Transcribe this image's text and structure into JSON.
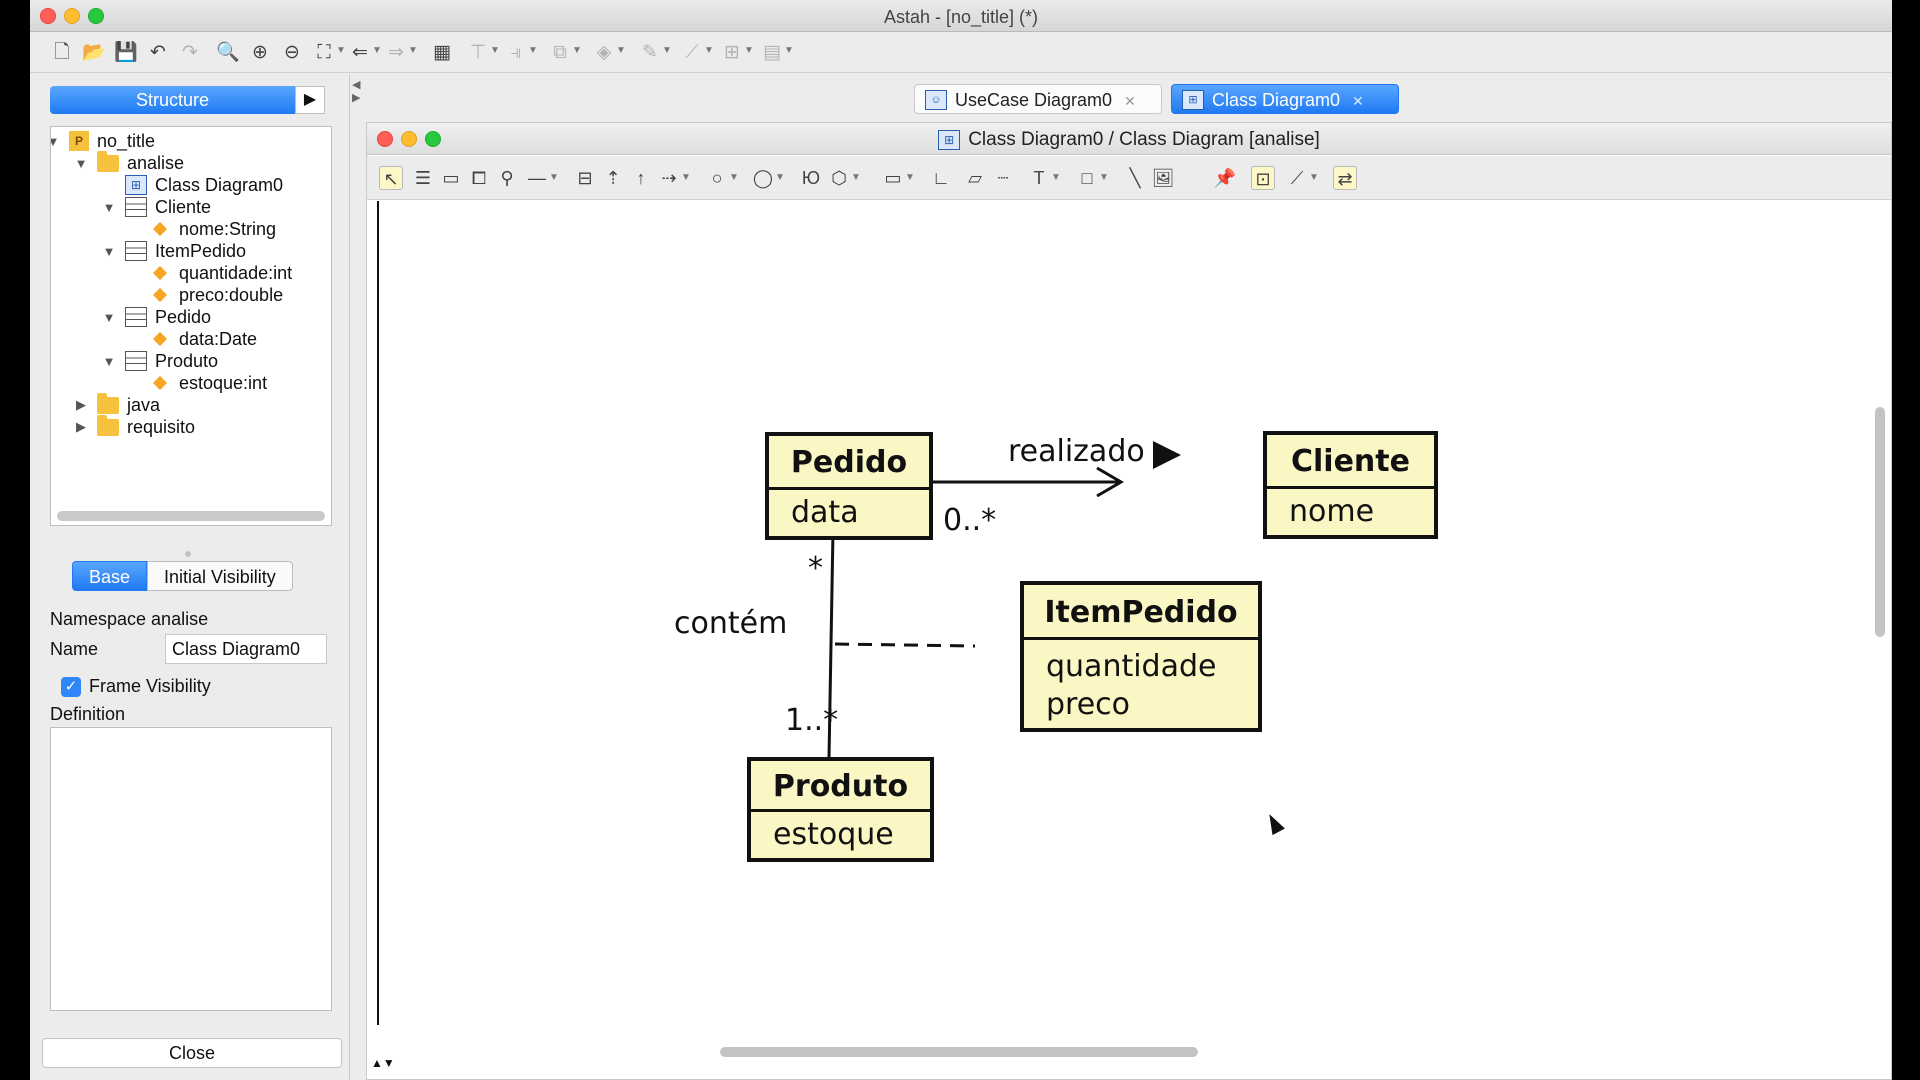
{
  "window": {
    "title": "Astah - [no_title] (*)"
  },
  "left": {
    "structure_label": "Structure",
    "tree": [
      {
        "label": "no_title",
        "level": 0,
        "icon": "project-icon",
        "expanded": true
      },
      {
        "label": "analise",
        "level": 1,
        "icon": "folder-icon",
        "expanded": true
      },
      {
        "label": "Class Diagram0",
        "level": 2,
        "icon": "class-diagram-icon"
      },
      {
        "label": "Cliente",
        "level": 2,
        "icon": "class-icon",
        "expanded": true
      },
      {
        "label": "nome:String",
        "level": 3,
        "icon": "attribute-icon"
      },
      {
        "label": "ItemPedido",
        "level": 2,
        "icon": "class-icon",
        "expanded": true
      },
      {
        "label": "quantidade:int",
        "level": 3,
        "icon": "attribute-icon"
      },
      {
        "label": "preco:double",
        "level": 3,
        "icon": "attribute-icon"
      },
      {
        "label": "Pedido",
        "level": 2,
        "icon": "class-icon",
        "expanded": true
      },
      {
        "label": "data:Date",
        "level": 3,
        "icon": "attribute-icon"
      },
      {
        "label": "Produto",
        "level": 2,
        "icon": "class-icon",
        "expanded": true
      },
      {
        "label": "estoque:int",
        "level": 3,
        "icon": "attribute-icon"
      },
      {
        "label": "java",
        "level": 1,
        "icon": "folder-icon",
        "expanded": false
      },
      {
        "label": "requisito",
        "level": 1,
        "icon": "folder-icon",
        "expanded": false
      }
    ],
    "props": {
      "tab_base": "Base",
      "tab_visibility": "Initial Visibility",
      "namespace": "Namespace analise",
      "name_label": "Name",
      "name_value": "Class Diagram0",
      "frame_visibility": "Frame Visibility",
      "frame_visibility_checked": true,
      "definition_label": "Definition"
    },
    "close_label": "Close"
  },
  "tabs": [
    {
      "label": "UseCase Diagram0",
      "active": false
    },
    {
      "label": "Class Diagram0",
      "active": true
    }
  ],
  "inner_title": "Class Diagram0 / Class Diagram [analise]",
  "diagram": {
    "classes": {
      "pedido": {
        "name": "Pedido",
        "attrs": [
          "data"
        ]
      },
      "cliente": {
        "name": "Cliente",
        "attrs": [
          "nome"
        ]
      },
      "itempedido": {
        "name": "ItemPedido",
        "attrs": [
          "quantidade",
          "preco"
        ]
      },
      "produto": {
        "name": "Produto",
        "attrs": [
          "estoque"
        ]
      }
    },
    "labels": {
      "assoc1_name": "realizado",
      "assoc1_mult": "0..*",
      "assoc2_name": "contém",
      "assoc2_mult_top": "*",
      "assoc2_mult_bottom": "1..*"
    }
  },
  "colors": {
    "accent": "#1f7af2",
    "class_fill": "#fbf7c4"
  }
}
